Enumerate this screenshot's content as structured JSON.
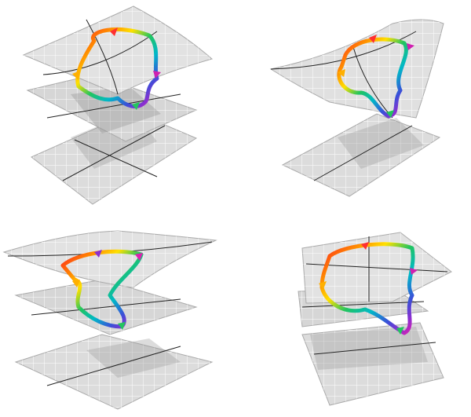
{
  "figure": {
    "panels": [
      {
        "id": "top-left"
      },
      {
        "id": "top-right"
      },
      {
        "id": "bottom-left"
      },
      {
        "id": "bottom-right"
      }
    ],
    "colors": {
      "sheet_fill": "#d9d9d9",
      "sheet_fill_light": "#e4e4e4",
      "sheet_shadow": "#9a9a9a",
      "grid_line": "#ffffff",
      "axis_line": "#222222",
      "loop_gradient": [
        "#ff2020",
        "#ff8a00",
        "#ffe000",
        "#7ad400",
        "#22c55e",
        "#00b8c8",
        "#3b4fd8",
        "#8b2fd0",
        "#e01fb0",
        "#ff2020"
      ]
    }
  }
}
